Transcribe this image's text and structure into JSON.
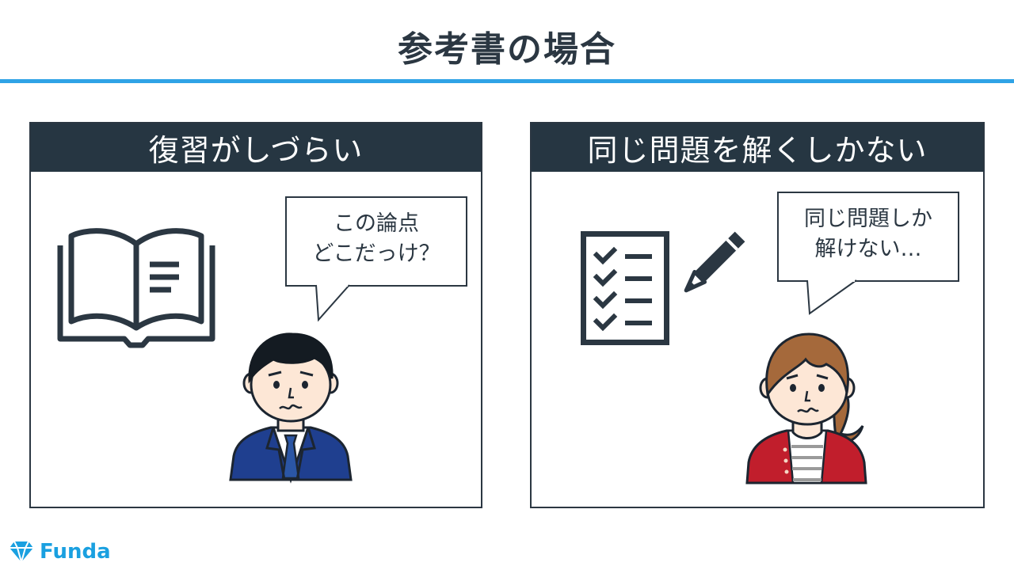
{
  "title": "参考書の場合",
  "left_panel": {
    "header": "復習がしづらい",
    "bubble_line1": "この論点",
    "bubble_line2": "どこだっけ？"
  },
  "right_panel": {
    "header": "同じ問題を解くしかない",
    "bubble_line1": "同じ問題しか",
    "bubble_line2": "解けない…"
  },
  "logo": {
    "text": "Funda"
  },
  "colors": {
    "accent": "#2fa3e6",
    "header_bg": "#263642",
    "text": "#2b3742"
  }
}
